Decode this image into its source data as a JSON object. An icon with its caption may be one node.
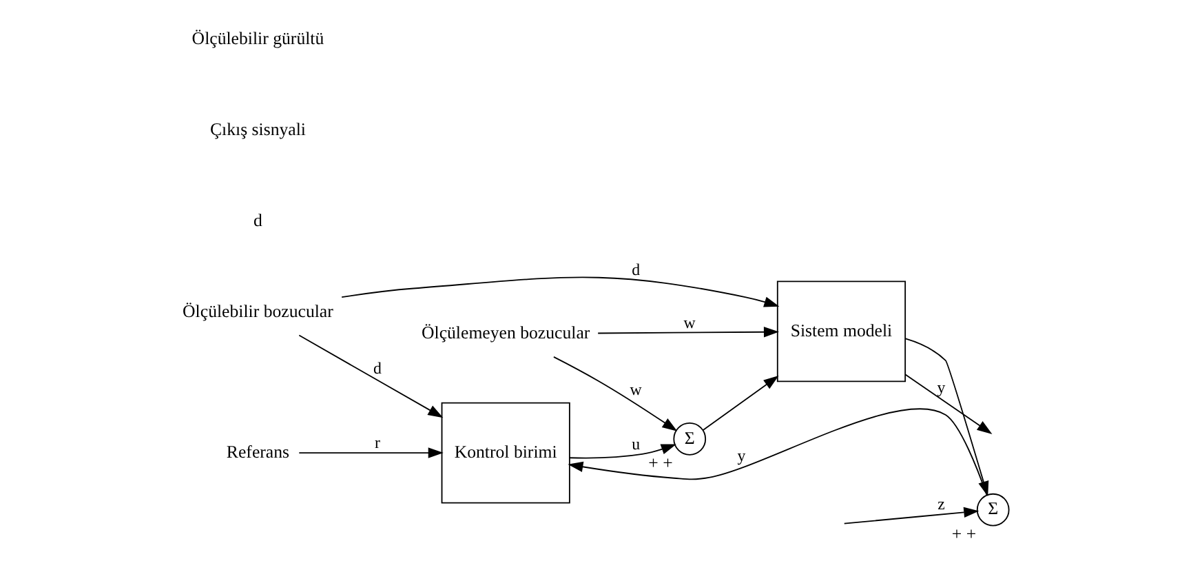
{
  "diagram": {
    "nodes": [
      {
        "text": [
          "Ölçülebilir bozucular"
        ]
      },
      {
        "text": [
          "Referans"
        ]
      },
      {
        "text": [
          "Kontrol birimi"
        ]
      },
      {
        "text": [
          "Σ"
        ],
        "beside": [
          "+",
          "+"
        ]
      },
      {
        "text": [
          "Sistem modeli"
        ]
      },
      {
        "text": [
          "Ölçülemeyen bozucular"
        ]
      },
      {
        "text": [
          "Σ"
        ],
        "beside": [
          "+",
          "+"
        ]
      }
    ],
    "edges": [
      {
        "from": 0,
        "to": 2,
        "arrow": "to",
        "label": "d"
      },
      {
        "from": 0,
        "to": 4,
        "arrow": "to",
        "label": "d"
      },
      {
        "from": 1,
        "to": 2,
        "arrow": "to",
        "label": "r"
      },
      {
        "from": 2,
        "to": 3,
        "arrow": "to",
        "label": "u"
      },
      {
        "from": 3,
        "to": 4,
        "arrow": "to"
      },
      {
        "from": 5,
        "to": 3,
        "arrow": "to",
        "label": "w"
      },
      {
        "from": 5,
        "to": 4,
        "arrow": "to",
        "label": "w"
      },
      {
        "from": 4,
        "to": null,
        "arrow": "to",
        "label": "y"
      },
      {
        "from": 4,
        "to": 6,
        "arrow": "to"
      },
      {
        "from": null,
        "to": 6,
        "arrow": "to",
        "label": "z"
      },
      {
        "from": 6,
        "to": 2,
        "arrow": "to",
        "label": "y"
      }
    ],
    "labels": [
      "d",
      "Çıkış sisnyali",
      "Ölçülebilir gürültü"
    ]
  }
}
